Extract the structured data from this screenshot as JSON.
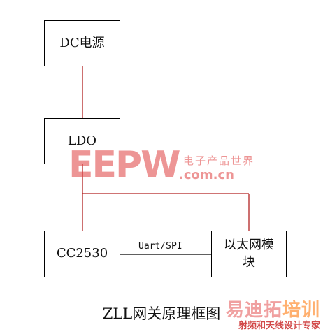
{
  "diagram": {
    "nodes": {
      "dc": "DC电源",
      "ldo": "LDO",
      "cc2530": "CC2530",
      "eth_line1": "以太网模",
      "eth_line2": "块"
    },
    "edge_label": "Uart/SPI",
    "caption": "ZLL网关原理框图",
    "colors": {
      "wire_red": "#b22222",
      "wire_black": "#000000",
      "border": "#000000"
    }
  },
  "watermarks": {
    "eepw": "EEPW",
    "eepw_cn": "电子产品世界",
    "eepw_url": ".com.cn",
    "logo_main_a": "易迪拓",
    "logo_main_b": "培训",
    "logo_sub": "射频和天线设计专家"
  }
}
